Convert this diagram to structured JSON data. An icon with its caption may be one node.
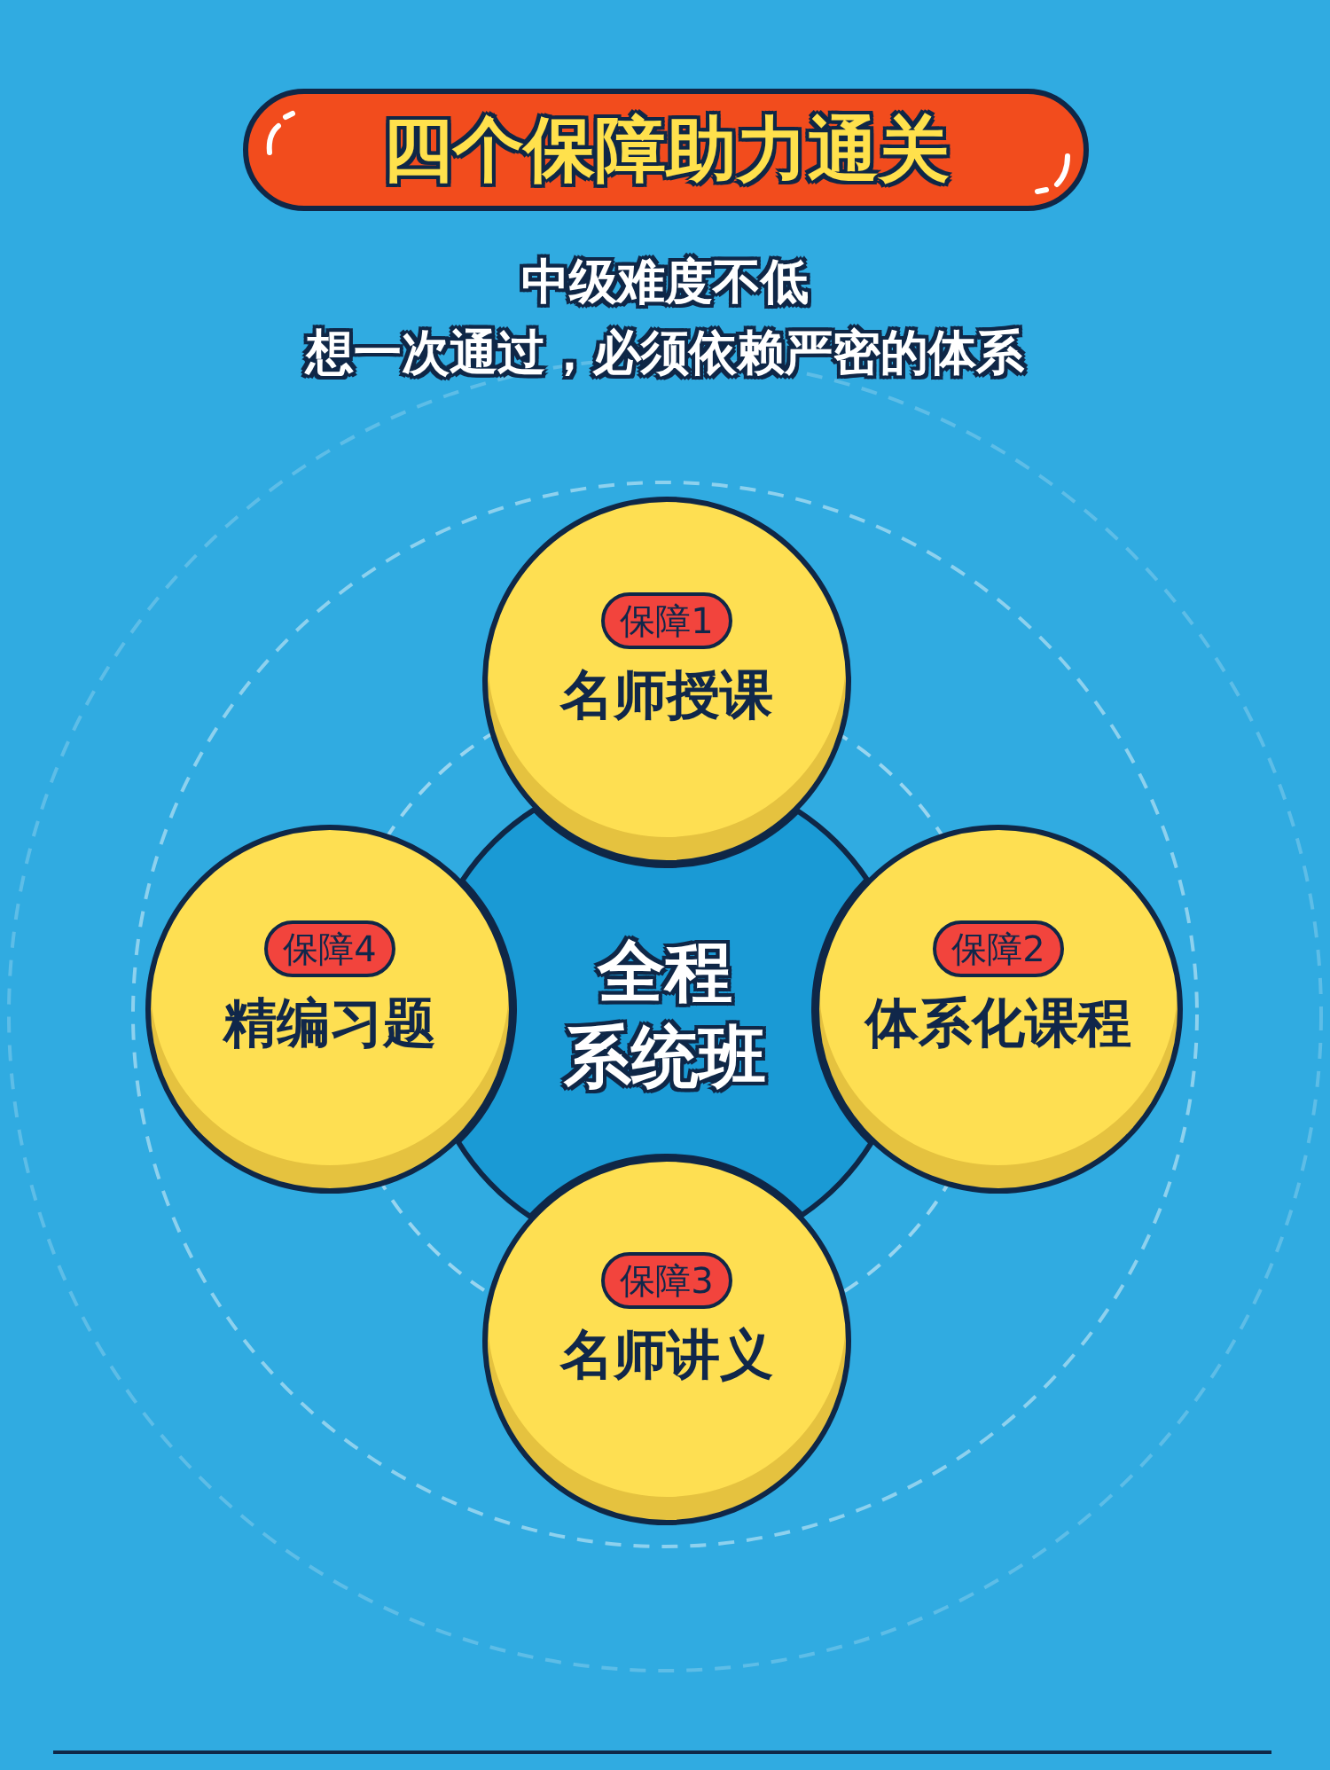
{
  "diagram": {
    "title": "四个保障助力通关",
    "nodes": [
      {
        "text": [
          "全程系统班"
        ]
      },
      {
        "text": [
          "名师授课"
        ]
      },
      {
        "text": [
          "保障1"
        ],
        "in": 1
      },
      {
        "text": [
          "体系化课程"
        ]
      },
      {
        "text": [
          "保障2"
        ],
        "in": 3
      },
      {
        "text": [
          "名师讲义"
        ]
      },
      {
        "text": [
          "保障3"
        ],
        "in": 5
      },
      {
        "text": [
          "精编习题"
        ]
      },
      {
        "text": [
          "保障4"
        ],
        "in": 7
      }
    ],
    "labels": [
      "中级难度不低",
      "想一次通过，必须依赖严密的体系"
    ]
  }
}
